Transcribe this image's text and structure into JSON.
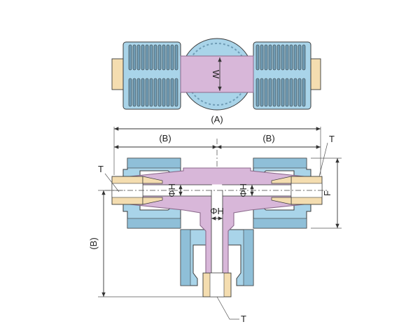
{
  "labels": {
    "view_a": "(A)",
    "width": "W",
    "length_left": "(B)",
    "length_right": "(B)",
    "length_vertical": "(B)",
    "tube_top_right": "T",
    "tube_left": "T",
    "tube_bottom": "T",
    "flat_f": "F",
    "bore_left": "ΦH",
    "bore_right": "ΦH",
    "bore_center": "ΦH"
  },
  "colors": {
    "nut": "#a9d4e9",
    "nut_dark": "#6f9cb5",
    "body": "#d8b7d9",
    "body_edge": "#8b6a8c",
    "ferrule": "#f4ddb0",
    "outline": "#3a3a3a"
  }
}
